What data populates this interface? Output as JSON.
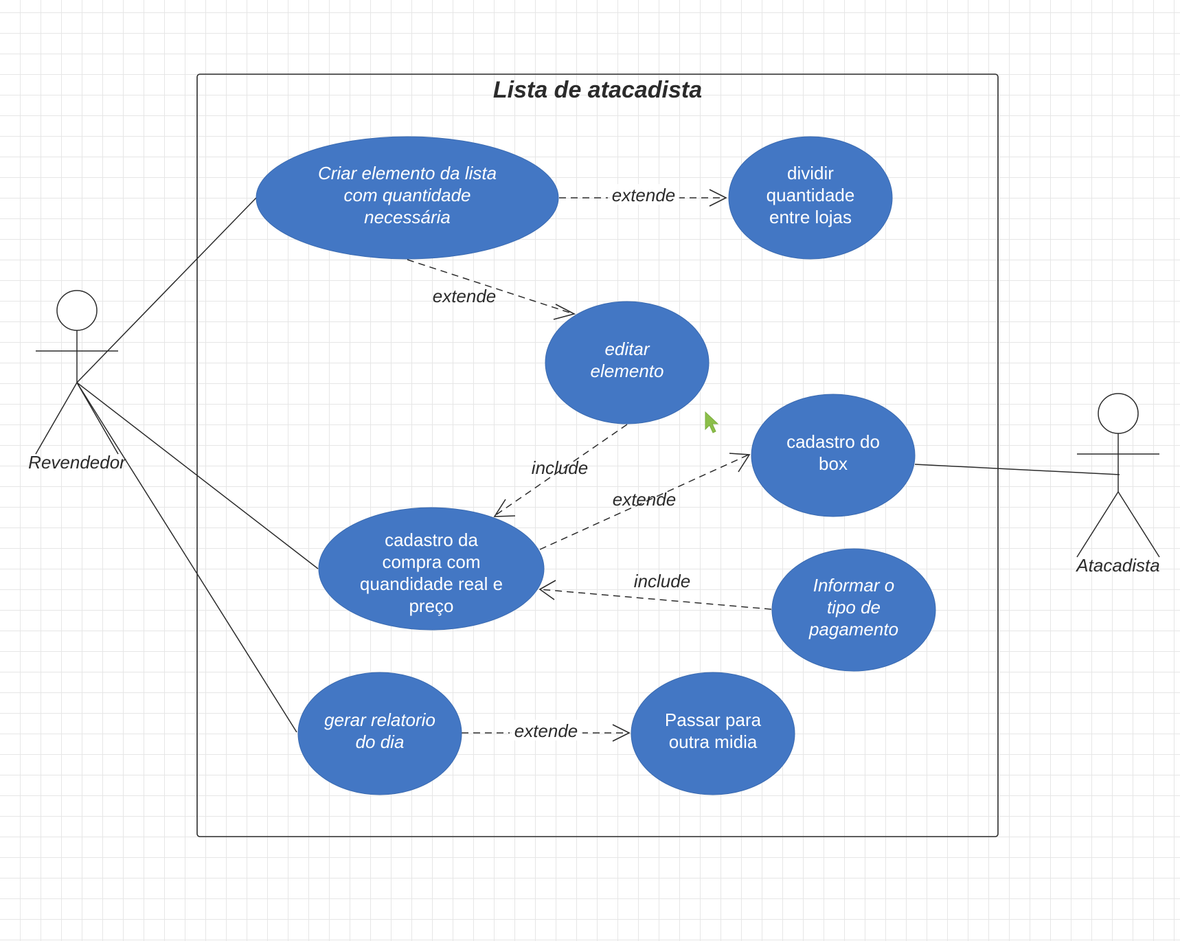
{
  "diagram": {
    "system_title": "Lista de atacadista",
    "actors": {
      "revendedor": "Revendedor",
      "atacadista": "Atacadista"
    },
    "use_cases": {
      "criar_elemento": [
        "Criar elemento da lista",
        "com quantidade",
        "necessária"
      ],
      "dividir_quantidade": [
        "dividir",
        "quantidade",
        "entre lojas"
      ],
      "editar_elemento": [
        "editar",
        "elemento"
      ],
      "cadastro_box": [
        "cadastro do",
        "box"
      ],
      "cadastro_compra": [
        "cadastro da",
        "compra com",
        "quandidade real e",
        "preço"
      ],
      "informar_pagamento": [
        "Informar o",
        "tipo de",
        "pagamento"
      ],
      "gerar_relatorio": [
        "gerar relatorio",
        "do dia"
      ],
      "passar_midia": [
        "Passar para",
        "outra midia"
      ]
    },
    "relations": {
      "criar_to_dividir": "extende",
      "criar_to_editar": "extende",
      "editar_to_compra": "include",
      "compra_to_box": "extende",
      "pagamento_to_compra": "include",
      "relatorio_to_midia": "extende"
    },
    "colors": {
      "use_case_fill": "#4377c4",
      "line": "#2b2b2b",
      "cursor": "#8cbf4a"
    }
  }
}
